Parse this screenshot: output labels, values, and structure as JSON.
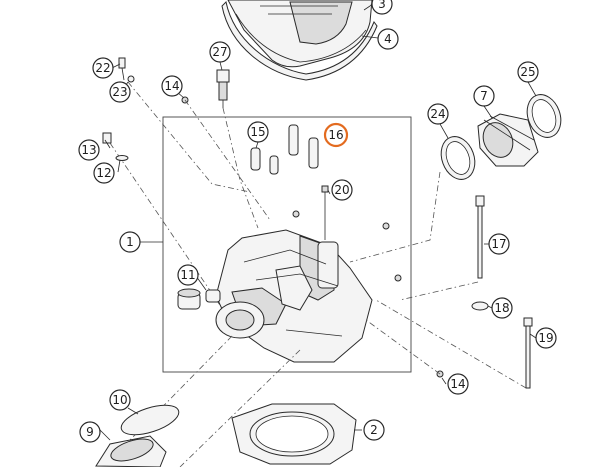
{
  "diagram": {
    "highlight_color": "#e36b1f",
    "callouts": [
      {
        "id": "c1",
        "label": "1"
      },
      {
        "id": "c2",
        "label": "2"
      },
      {
        "id": "c3",
        "label": "3"
      },
      {
        "id": "c4",
        "label": "4"
      },
      {
        "id": "c7",
        "label": "7"
      },
      {
        "id": "c9",
        "label": "9"
      },
      {
        "id": "c10",
        "label": "10"
      },
      {
        "id": "c11",
        "label": "11"
      },
      {
        "id": "c12",
        "label": "12"
      },
      {
        "id": "c13",
        "label": "13"
      },
      {
        "id": "c14a",
        "label": "14"
      },
      {
        "id": "c14b",
        "label": "14"
      },
      {
        "id": "c15",
        "label": "15"
      },
      {
        "id": "c16",
        "label": "16",
        "highlighted": true
      },
      {
        "id": "c17",
        "label": "17"
      },
      {
        "id": "c18",
        "label": "18"
      },
      {
        "id": "c19",
        "label": "19"
      },
      {
        "id": "c20",
        "label": "20"
      },
      {
        "id": "c22",
        "label": "22"
      },
      {
        "id": "c23",
        "label": "23"
      },
      {
        "id": "c24",
        "label": "24"
      },
      {
        "id": "c25",
        "label": "25"
      },
      {
        "id": "c27",
        "label": "27"
      }
    ]
  }
}
